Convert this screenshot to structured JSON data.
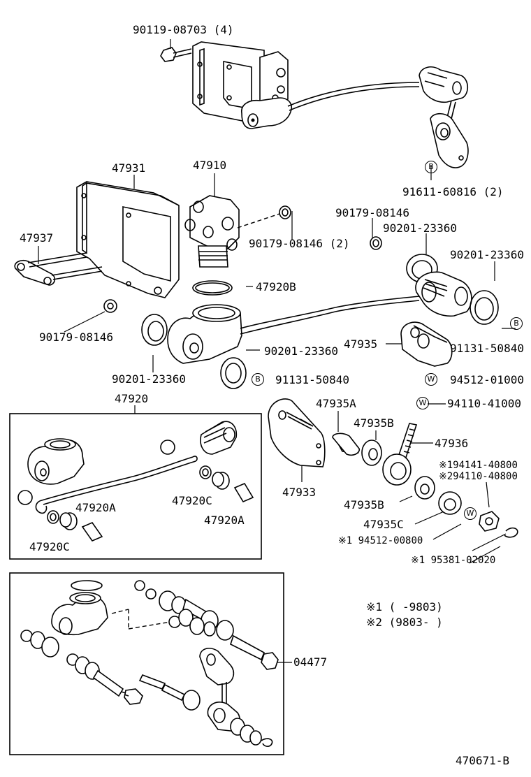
{
  "diagram": {
    "figure_id": "470671-B",
    "part_numbers": {
      "bolt_top": "90119-08703 (4)",
      "bracket": "47931",
      "valve": "47910",
      "bracket_bolt": "47937",
      "nut_small_left": "90179-08146",
      "nut_mid_a": "90179-08146 (2)",
      "nut_mid_b": "90179-08146",
      "gasket_right_a": "90201-23360",
      "gasket_right_b": "90201-23360",
      "oring": "47920B",
      "gasket_left": "90201-23360",
      "gasket_center": "90201-23360",
      "union_bolt_a": "91131-50840",
      "union_bolt_b": "91131-50840",
      "bracket_b": "91611-60816 (2)",
      "link_plate": "47935",
      "washer_w1": "94512-01000",
      "nut_w": "94110-41000",
      "kit_47920": "47920",
      "shaft_47935a": "47935A",
      "bushing_47935b_top": "47935B",
      "stud_47936": "47936",
      "lever_47933": "47933",
      "bushing_47935b_low": "47935B",
      "collar_47935c": "47935C",
      "note_nut_1": "※194141-40800",
      "note_nut_2": "※294110-40800",
      "washer_note": "※1 94512-00800",
      "pin_note": "※1  95381-02020",
      "kit_47920a_left": "47920A",
      "kit_47920c_right": "47920C",
      "kit_47920a_right": "47920A",
      "kit_47920c_left": "47920C",
      "kit_04477": "04477"
    },
    "notes": {
      "note1": "※1 (      -9803)",
      "note2": "※2 (9803-      )"
    },
    "symbols": {
      "b": "B",
      "w": "W"
    }
  }
}
